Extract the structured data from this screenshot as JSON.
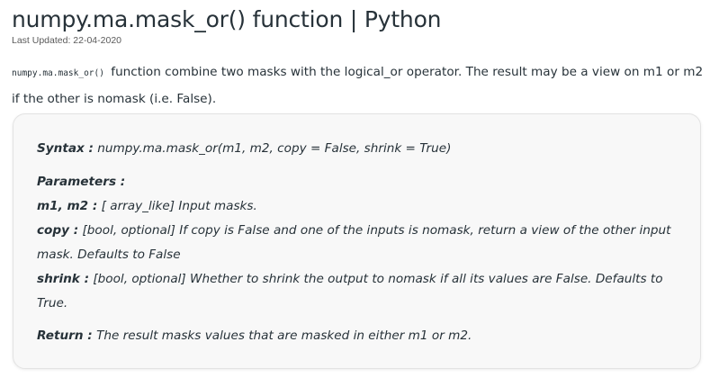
{
  "article": {
    "title": "numpy.ma.mask_or() function | Python",
    "last_updated": "Last Updated: 22-04-2020",
    "intro_code": "numpy.ma.mask_or()",
    "intro_text": "function combine two masks with the logical_or operator. The result may be a view on m1 or m2 if the other is nomask (i.e. False)."
  },
  "box": {
    "syntax_label": "Syntax :",
    "syntax_value": "numpy.ma.mask_or(m1, m2, copy = False, shrink = True)",
    "parameters_label": "Parameters :",
    "params": [
      {
        "name": "m1, m2 :",
        "desc": "[ array_like] Input masks."
      },
      {
        "name": "copy :",
        "desc": "[bool, optional] If copy is False and one of the inputs is nomask, return a view of the other input mask. Defaults to False"
      },
      {
        "name": "shrink :",
        "desc": "[bool, optional] Whether to shrink the output to nomask if all its values are False. Defaults to True."
      }
    ],
    "return_label": "Return :",
    "return_value": "The result masks values that are masked in either m1 or m2."
  }
}
